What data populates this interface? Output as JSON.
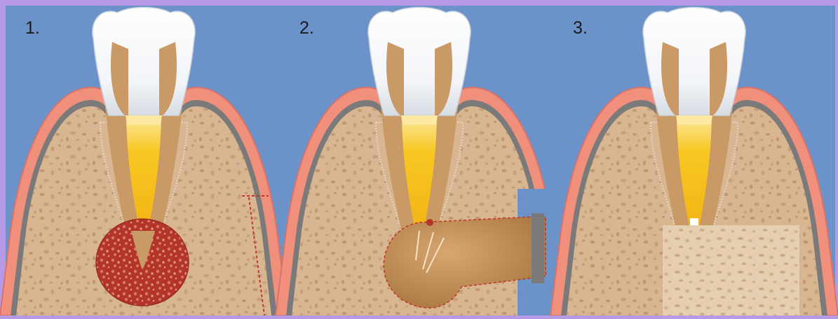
{
  "colors": {
    "frame": "#b79ae6",
    "background": "#6b93c9",
    "gum": "#f0907c",
    "gum_line": "#d9736a",
    "periosteum": "#7a7a7a",
    "bone": "#d8b692",
    "bone_pores": "#bf9770",
    "root": "#c99a66",
    "enamel": "#fbfbfb",
    "pulp": "#f5c21c",
    "infection": "#b3342a",
    "graft": "#e6cfb0"
  },
  "panels": [
    {
      "number": "1.",
      "stage": "infected-root-tip"
    },
    {
      "number": "2.",
      "stage": "flap-opened-root-tip-resected"
    },
    {
      "number": "3.",
      "stage": "healed-with-bone-graft"
    }
  ]
}
